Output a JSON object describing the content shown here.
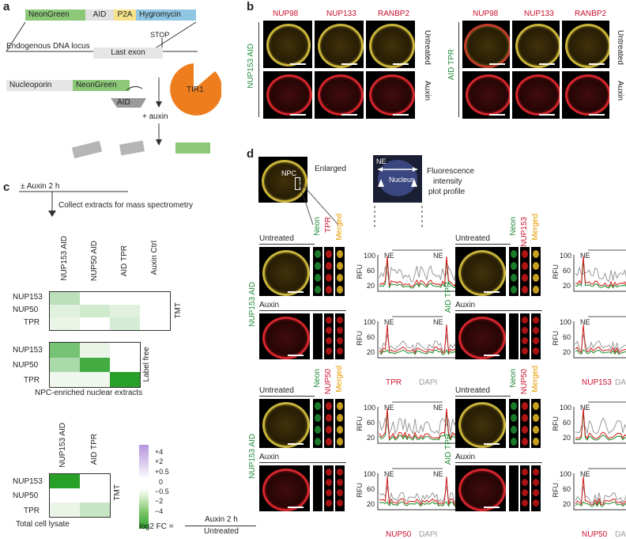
{
  "panel_a": {
    "label": "a",
    "construct": {
      "neon": "NeonGreen",
      "aid": "AID",
      "p2a": "P2A",
      "hyg": "Hygromycin",
      "colors": {
        "neon": "#8dc879",
        "aid": "#e0e0e0",
        "p2a": "#f7e28a",
        "hyg": "#8fc7e3"
      }
    },
    "stop": "STOP",
    "locus": "Endogenous DNA locus",
    "exon": "Last exon",
    "fusion": {
      "nup": "Nucleoporin",
      "neon": "NeonGreen",
      "aid": "AID"
    },
    "tir1": "TIR1",
    "auxin": "+ auxin"
  },
  "panel_b": {
    "label": "b",
    "cols": [
      "NUP98",
      "NUP133",
      "RANBP2"
    ],
    "left_row": "NUP153 AID",
    "right_row": "AID TPR",
    "cond_untreated": "Untreated",
    "cond_auxin": "Auxin"
  },
  "panel_c": {
    "label": "c",
    "title": "± Auxin 2 h",
    "step": "Collect extracts for mass spectrometry",
    "cols": [
      "NUP153 AID",
      "NUP50 AID",
      "AID TPR",
      "Auxin Ctrl"
    ],
    "rows": [
      "NUP153",
      "NUP50",
      "TPR"
    ],
    "tmt": "TMT",
    "label_free": "Label free",
    "npc_caption": "NPC-enriched nuclear extracts",
    "lysate_cols": [
      "NUP153 AID",
      "AID TPR"
    ],
    "lysate_caption": "Total cell lysate",
    "legend_ticks": [
      "+4",
      "+2",
      "+0.5",
      "0",
      "−0.5",
      "−2",
      "−4"
    ],
    "fc_label": "log2 FC =",
    "fc_num": "Auxin 2 h",
    "fc_den": "Untreated",
    "heatmaps": {
      "tmt": [
        [
          -1.2,
          0,
          0,
          0
        ],
        [
          -0.5,
          -0.8,
          -0.5,
          0
        ],
        [
          -0.3,
          0,
          -0.7,
          0
        ]
      ],
      "label_free": [
        [
          -2.5,
          -0.3,
          0
        ],
        [
          -1.5,
          -3.5,
          0
        ],
        [
          -0.2,
          -0.2,
          -4
        ]
      ],
      "lysate": [
        [
          -4,
          0
        ],
        [
          0,
          0
        ],
        [
          -0.3,
          -1
        ]
      ]
    }
  },
  "panel_d": {
    "label": "d",
    "enlarged": "Enlarged",
    "npc": "NPC",
    "ne": "NE",
    "nucleus": "Nucleus",
    "fi_lines": [
      "Fluorescence",
      "intensity",
      "plot profile"
    ],
    "untreated": "Untreated",
    "auxin": "Auxin",
    "neon": "Neon",
    "merged": "Merged",
    "rfu": "RFU",
    "dapi": "DAPI",
    "rows": [
      {
        "row_label": "NUP153 AID",
        "red": "TPR"
      },
      {
        "row_label": "AID TPR",
        "red": "NUP153"
      },
      {
        "row_label": "NUP153 AID",
        "red": "NUP50"
      },
      {
        "row_label": "AID TPR",
        "red": "NUP50"
      }
    ],
    "y_ticks": [
      "20",
      "60",
      "100"
    ]
  }
}
